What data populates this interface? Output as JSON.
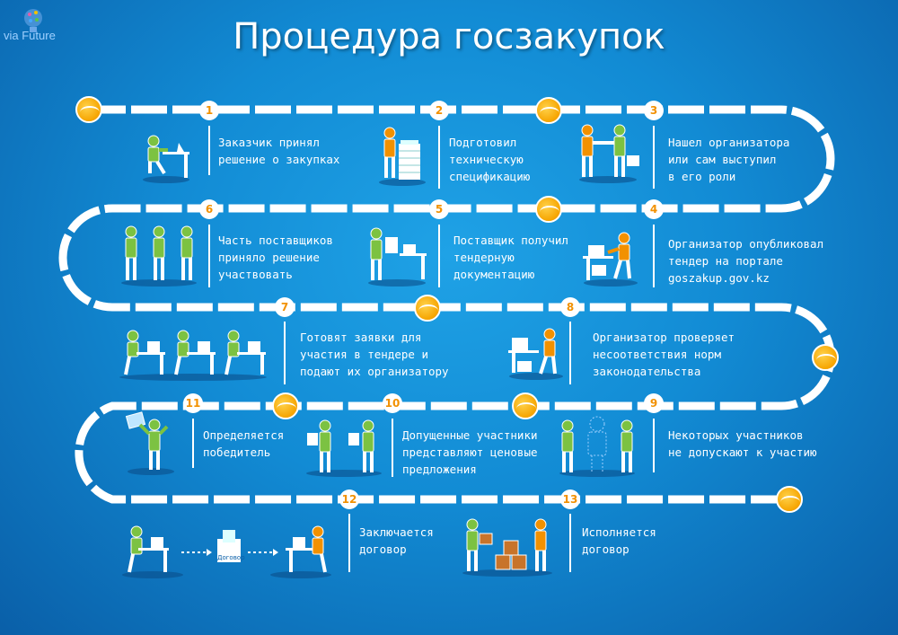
{
  "logo": {
    "text": "via Future"
  },
  "title": "Процедура госзакупок",
  "steps": [
    {
      "num": "1",
      "lines": [
        "Заказчик принял",
        "решение о закупках"
      ]
    },
    {
      "num": "2",
      "lines": [
        "Подготовил",
        "техническую",
        "спецификацию"
      ]
    },
    {
      "num": "3",
      "lines": [
        "Нашел организатора",
        "или сам выступил",
        "в его роли"
      ]
    },
    {
      "num": "4",
      "lines": [
        "Организатор опубликовал",
        "тендер на портале",
        "goszakup.gov.kz"
      ]
    },
    {
      "num": "5",
      "lines": [
        "Поставщик получил",
        "тендерную",
        "документацию"
      ]
    },
    {
      "num": "6",
      "lines": [
        "Часть поставщиков",
        "приняло решение",
        "участвовать"
      ]
    },
    {
      "num": "7",
      "lines": [
        "Готовят заявки для",
        "участия в тендере и",
        "подают их организатору"
      ]
    },
    {
      "num": "8",
      "lines": [
        "Организатор проверяет",
        "несоответствия норм",
        "законодательства"
      ]
    },
    {
      "num": "9",
      "lines": [
        "Некоторых участников",
        "не допускают к участию"
      ]
    },
    {
      "num": "10",
      "lines": [
        "Допущенные участники",
        "представляют ценовые",
        "предложения"
      ]
    },
    {
      "num": "11",
      "lines": [
        "Определяется",
        "победитель"
      ]
    },
    {
      "num": "12",
      "lines": [
        "Заключается",
        "договор"
      ]
    },
    {
      "num": "13",
      "lines": [
        "Исполняется",
        "договор"
      ]
    }
  ],
  "contract_label": "Договор",
  "colors": {
    "accent": "#f29100",
    "track": "#ffffff",
    "shirt": "#7cc242",
    "shirt_dark": "#3d8a2a",
    "orange": "#f29100"
  }
}
